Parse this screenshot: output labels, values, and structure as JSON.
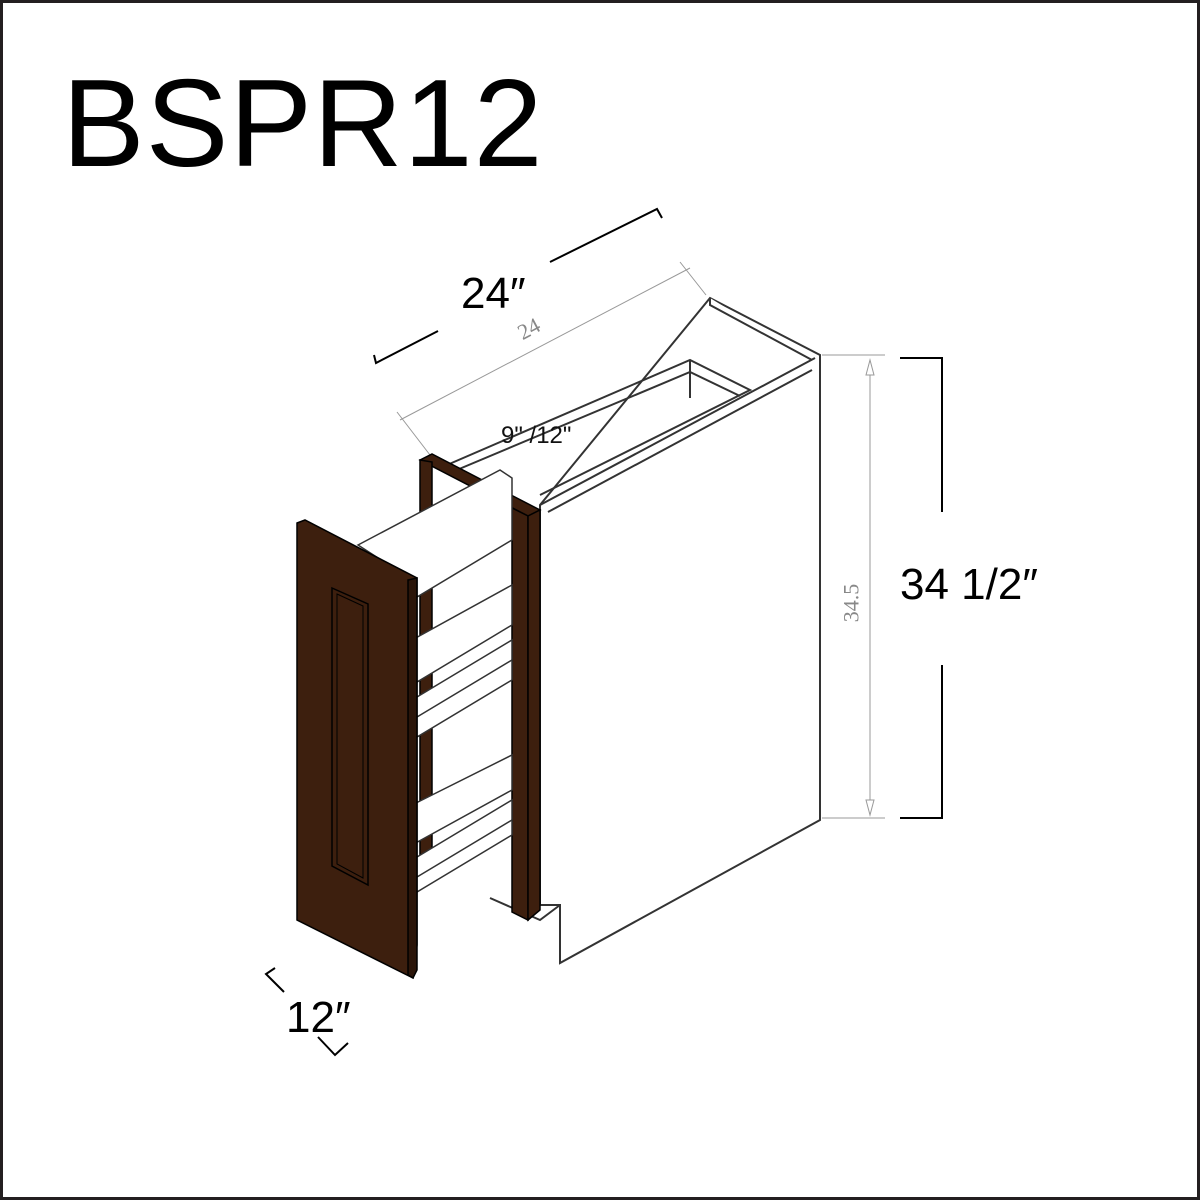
{
  "product": {
    "model_code": "BSPR12"
  },
  "dimensions": {
    "depth": "24″",
    "height": "34 1/2″",
    "width": "12″",
    "inner_width": "9\" /12\"",
    "cad_depth": "24",
    "cad_height": "34.5"
  },
  "colors": {
    "door_finish": "#3d1f0e",
    "frame_border": "#231f20",
    "line": "#000000",
    "cad_line": "#888888"
  }
}
